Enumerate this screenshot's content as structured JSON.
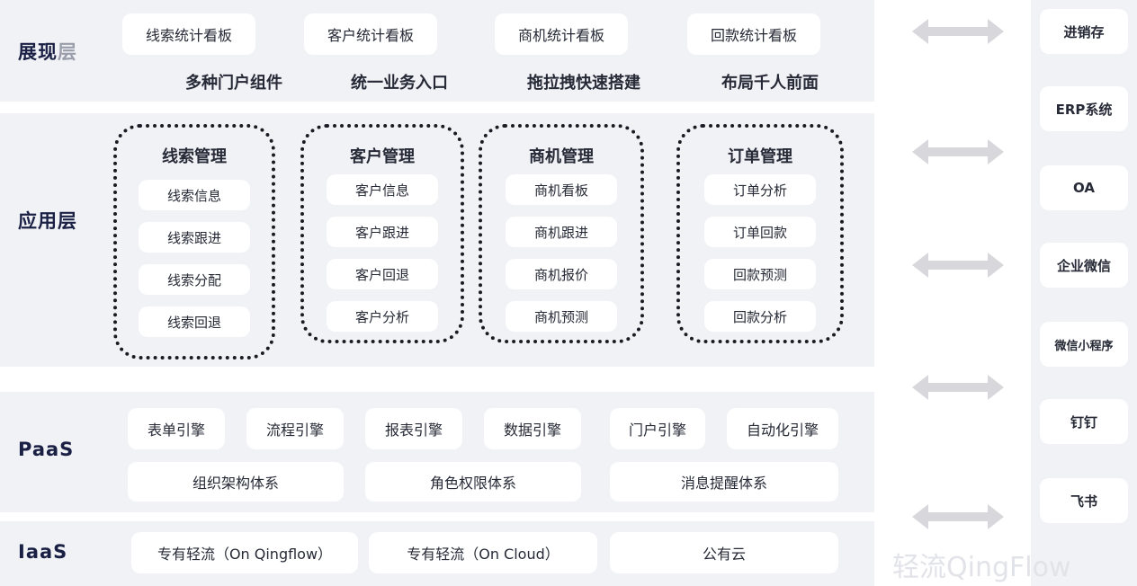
{
  "layers": {
    "presentation": {
      "label_main": "展现",
      "label_tail": "层"
    },
    "application": {
      "label": "应用层"
    },
    "paas": {
      "label": "PaaS"
    },
    "iaas": {
      "label": "IaaS"
    }
  },
  "presentation": {
    "dashboards": [
      "线索统计看板",
      "客户统计看板",
      "商机统计看板",
      "回款统计看板"
    ],
    "features": [
      "多种门户组件",
      "统一业务入口",
      "拖拉拽快速搭建",
      "布局千人前面"
    ]
  },
  "application": {
    "groups": [
      {
        "title": "线索管理",
        "items": [
          "线索信息",
          "线索跟进",
          "线索分配",
          "线索回退"
        ]
      },
      {
        "title": "客户管理",
        "items": [
          "客户信息",
          "客户跟进",
          "客户回退",
          "客户分析"
        ]
      },
      {
        "title": "商机管理",
        "items": [
          "商机看板",
          "商机跟进",
          "商机报价",
          "商机预测"
        ]
      },
      {
        "title": "订单管理",
        "items": [
          "订单分析",
          "订单回款",
          "回款预测",
          "回款分析"
        ]
      }
    ]
  },
  "paas": {
    "engines": [
      "表单引擎",
      "流程引擎",
      "报表引擎",
      "数据引擎",
      "门户引擎",
      "自动化引擎"
    ],
    "systems": [
      "组织架构体系",
      "角色权限体系",
      "消息提醒体系"
    ]
  },
  "iaas": {
    "options": [
      "专有轻流（On Qingflow）",
      "专有轻流（On Cloud）",
      "公有云"
    ]
  },
  "integrations": [
    "进销存",
    "ERP系统",
    "OA",
    "企业微信",
    "微信小程序",
    "钉钉",
    "飞书"
  ],
  "watermark": "轻流QingFlow",
  "colors": {
    "band": "#f1f2f6",
    "chip": "#ffffff",
    "arrow": "#d8d8dc",
    "label": "#1a2044"
  }
}
